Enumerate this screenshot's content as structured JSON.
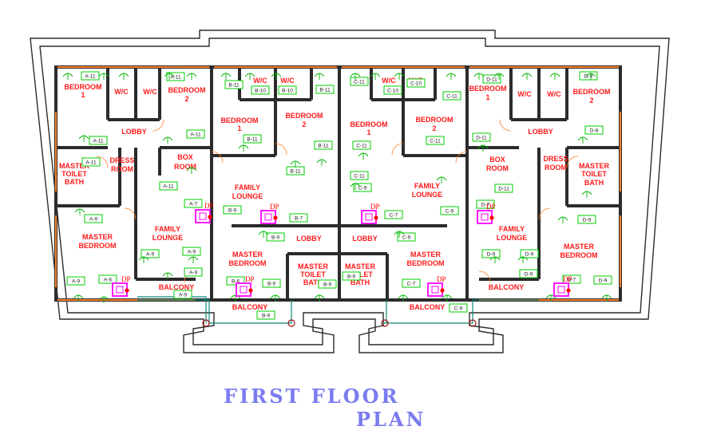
{
  "title": {
    "line1": "FIRST FLOOR",
    "line2": "PLAN"
  },
  "colors": {
    "wall": "#2b2b2b",
    "room_label": "#ff1a1a",
    "tag_border": "#00cc00",
    "tag_fill": "#ffffff",
    "fixture": "#00b400",
    "db_box": "#ff00ff",
    "conduit": "#0a8a7a",
    "title": "#7b7bf0",
    "orange_run": "#ff7f2a"
  },
  "rooms": [
    {
      "text": "BEDROOM"
    },
    {
      "text": "1"
    },
    {
      "text": "W/C"
    },
    {
      "text": "W/C"
    },
    {
      "text": "BEDROOM"
    },
    {
      "text": "2"
    },
    {
      "text": "LOBBY"
    },
    {
      "text": "MASTER"
    },
    {
      "text": "TOILET"
    },
    {
      "text": "BATH"
    },
    {
      "text": "DRESS"
    },
    {
      "text": "ROOM"
    },
    {
      "text": "BOX"
    },
    {
      "text": "ROOM"
    },
    {
      "text": "MASTER"
    },
    {
      "text": "BEDROOM"
    },
    {
      "text": "FAMILY"
    },
    {
      "text": "LOUNGE"
    },
    {
      "text": "BALCONY"
    },
    {
      "text": "W/C"
    },
    {
      "text": "W/C"
    },
    {
      "text": "BEDROOM"
    },
    {
      "text": "1"
    },
    {
      "text": "BEDROOM"
    },
    {
      "text": "2"
    },
    {
      "text": "FAMILY"
    },
    {
      "text": "LOUNGE"
    },
    {
      "text": "LOBBY"
    },
    {
      "text": "MASTER"
    },
    {
      "text": "BEDROOM"
    },
    {
      "text": "MASTER"
    },
    {
      "text": "TOILET"
    },
    {
      "text": "BATH"
    },
    {
      "text": "BALCONY"
    },
    {
      "text": "W/C"
    },
    {
      "text": "W/C"
    },
    {
      "text": "BEDROOM"
    },
    {
      "text": "1"
    },
    {
      "text": "BEDROOM"
    },
    {
      "text": "2"
    },
    {
      "text": "FAMILY"
    },
    {
      "text": "LOUNGE"
    },
    {
      "text": "LOBBY"
    },
    {
      "text": "MASTER"
    },
    {
      "text": "TOILET"
    },
    {
      "text": "BATH"
    },
    {
      "text": "MASTER"
    },
    {
      "text": "BEDROOM"
    },
    {
      "text": "BALCONY"
    },
    {
      "text": "BEDROOM"
    },
    {
      "text": "1"
    },
    {
      "text": "W/C"
    },
    {
      "text": "W/C"
    },
    {
      "text": "BEDROOM"
    },
    {
      "text": "2"
    },
    {
      "text": "LOBBY"
    },
    {
      "text": "BOX"
    },
    {
      "text": "ROOM"
    },
    {
      "text": "DRESS"
    },
    {
      "text": "ROOM"
    },
    {
      "text": "MASTER"
    },
    {
      "text": "TOILET"
    },
    {
      "text": "BATH"
    },
    {
      "text": "FAMILY"
    },
    {
      "text": "LOUNGE"
    },
    {
      "text": "MASTER"
    },
    {
      "text": "BEDROOM"
    },
    {
      "text": "BALCONY"
    }
  ],
  "tags": [
    {
      "text": "A-11"
    },
    {
      "text": "A-11"
    },
    {
      "text": "A-11"
    },
    {
      "text": "A-11"
    },
    {
      "text": "A-11"
    },
    {
      "text": "A-11"
    },
    {
      "text": "A-7"
    },
    {
      "text": "A-9"
    },
    {
      "text": "A-9"
    },
    {
      "text": "A-9"
    },
    {
      "text": "A-9"
    },
    {
      "text": "A-6"
    },
    {
      "text": "A-9"
    },
    {
      "text": "A-9"
    },
    {
      "text": "B-11"
    },
    {
      "text": "B-10"
    },
    {
      "text": "B-10"
    },
    {
      "text": "B-11"
    },
    {
      "text": "B-11"
    },
    {
      "text": "B-11"
    },
    {
      "text": "B-11"
    },
    {
      "text": "B-9"
    },
    {
      "text": "B-7"
    },
    {
      "text": "B-9"
    },
    {
      "text": "B-6"
    },
    {
      "text": "B-9"
    },
    {
      "text": "B-9"
    },
    {
      "text": "B-9"
    },
    {
      "text": "C-11"
    },
    {
      "text": "C-10"
    },
    {
      "text": "C-10"
    },
    {
      "text": "C-11"
    },
    {
      "text": "C-11"
    },
    {
      "text": "C-11"
    },
    {
      "text": "C-11"
    },
    {
      "text": "C-9"
    },
    {
      "text": "C-7"
    },
    {
      "text": "C-9"
    },
    {
      "text": "C-9"
    },
    {
      "text": "C-7"
    },
    {
      "text": "C-9"
    },
    {
      "text": "B-9"
    },
    {
      "text": "D-11"
    },
    {
      "text": "D-9"
    },
    {
      "text": "D-8"
    },
    {
      "text": "D-11"
    },
    {
      "text": "D-11"
    },
    {
      "text": "D-7"
    },
    {
      "text": "D-9"
    },
    {
      "text": "D-9"
    },
    {
      "text": "D-9"
    },
    {
      "text": "D-9"
    },
    {
      "text": "D-7"
    },
    {
      "text": "D-9"
    }
  ],
  "dp_label": "DP"
}
